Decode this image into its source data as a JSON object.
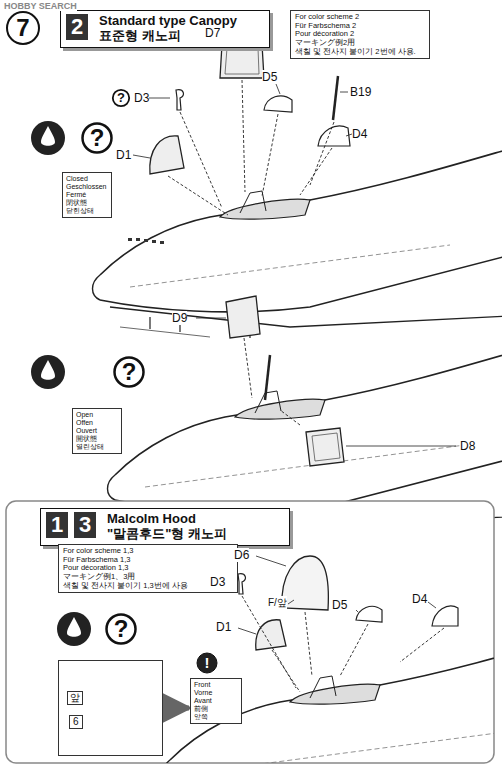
{
  "diagram": {
    "nodes": [
      {
        "text": [
          "7"
        ]
      },
      {
        "text": [
          "2",
          "Standard type Canopy",
          "표준형 캐노피"
        ]
      },
      {
        "text": [
          "For color scheme 2",
          "Für Farbschema 2",
          "Pour décoration 2",
          "マーキング例2用",
          "색칠 및 전사지 붙이기 2번에 사용."
        ]
      },
      {
        "text": [
          "?"
        ]
      },
      {
        "text": [
          "?"
        ]
      },
      {
        "text": [
          "Closed",
          "Geschlossen",
          "Fermé",
          "閉状態",
          "닫힌상태"
        ]
      },
      {
        "text": [
          "?"
        ]
      },
      {
        "text": [
          "Open",
          "Offen",
          "Ouvert",
          "開状態",
          "열린상태"
        ]
      },
      {
        "text": [
          "1",
          "3",
          "Malcolm Hood",
          "\"말콤후드\"형 캐노피"
        ]
      },
      {
        "text": [
          "For color scheme 1,3",
          "Für Farbschema 1,3",
          "Pour décoration 1,3",
          "マーキング例1、3用",
          "색칠 및 전사지 붙이기 1,3번에 사용"
        ]
      },
      {
        "text": [
          "?"
        ]
      },
      {
        "text": [
          "앞",
          "6"
        ]
      },
      {
        "text": [
          "!"
        ]
      },
      {
        "text": [
          "Front",
          "Vorne",
          "Avant",
          "前側",
          "앞쪽"
        ]
      }
    ],
    "edges": [
      {
        "from": 11,
        "to": 13,
        "arrow": "to"
      }
    ],
    "labels": [
      "HOBBY SEARCH",
      "D7",
      "D3",
      "D5",
      "B19",
      "D1",
      "D4",
      "D9",
      "D8",
      "D6",
      "D3",
      "D5",
      "D4",
      "F/앞",
      "D1"
    ]
  }
}
